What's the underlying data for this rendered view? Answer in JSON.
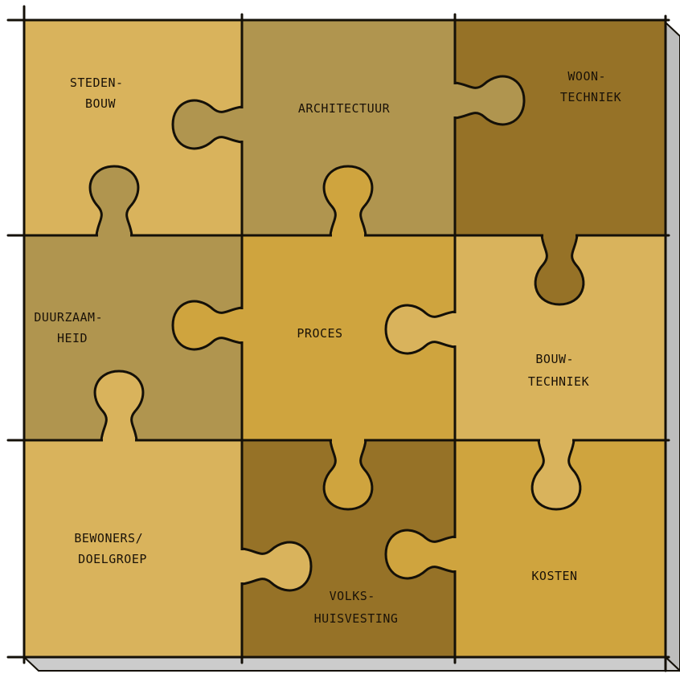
{
  "colors": {
    "light": "#D9B35C",
    "olive": "#B0954F",
    "dark": "#967227",
    "mustard": "#CFA43E",
    "outline": "#141008",
    "base": "#C4C4C4"
  },
  "pieces": [
    {
      "id": "stedenbouw",
      "color_key": "light",
      "lines": [
        "STEDEN-",
        "BOUW"
      ]
    },
    {
      "id": "architectuur",
      "color_key": "olive",
      "lines": [
        "ARCHITECTUUR"
      ]
    },
    {
      "id": "woontechniek",
      "color_key": "dark",
      "lines": [
        "WOON-",
        "TECHNIEK"
      ]
    },
    {
      "id": "duurzaamheid",
      "color_key": "olive",
      "lines": [
        "DUURZAAM-",
        "HEID"
      ]
    },
    {
      "id": "proces",
      "color_key": "mustard",
      "lines": [
        "PROCES"
      ]
    },
    {
      "id": "bouwtechniek",
      "color_key": "light",
      "lines": [
        "BOUW-",
        "TECHNIEK"
      ]
    },
    {
      "id": "bewoners",
      "color_key": "light",
      "lines": [
        "BEWONERS/",
        "DOELGROEP"
      ]
    },
    {
      "id": "volkshuisvesting",
      "color_key": "dark",
      "lines": [
        "VOLKS-",
        "HUISVESTING"
      ]
    },
    {
      "id": "kosten",
      "color_key": "mustard",
      "lines": [
        "KOSTEN"
      ]
    }
  ]
}
